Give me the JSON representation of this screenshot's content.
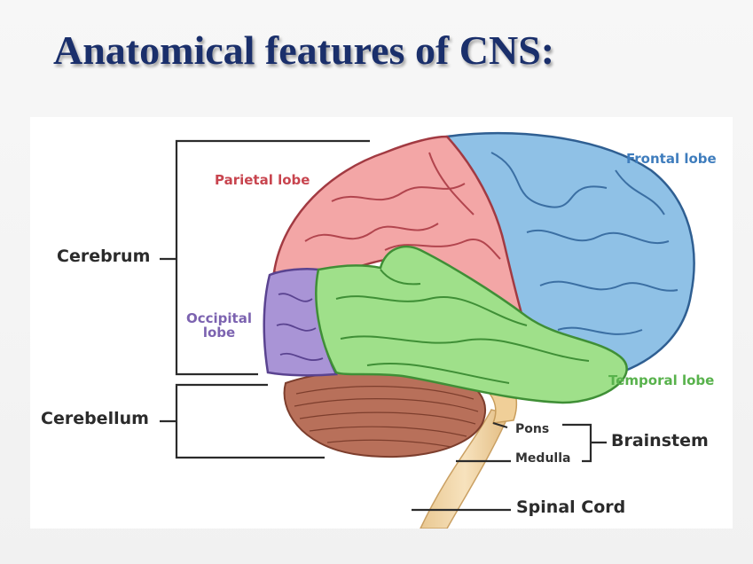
{
  "slide": {
    "title": "Anatomical features of CNS:"
  },
  "diagram": {
    "groups": {
      "cerebrum": "Cerebrum",
      "cerebellum": "Cerebellum",
      "brainstem": "Brainstem"
    },
    "lobes": {
      "parietal": "Parietal lobe",
      "frontal": "Frontal lobe",
      "occipital_line1": "Occipital",
      "occipital_line2": "lobe",
      "temporal": "Temporal lobe"
    },
    "structures": {
      "pons": "Pons",
      "medulla": "Medulla",
      "spinal_cord": "Spinal Cord"
    },
    "colors": {
      "parietal": "#f3a6a6",
      "frontal": "#8fc1e6",
      "occipital": "#a994d6",
      "temporal": "#9fe08a",
      "cerebellum": "#b86d58",
      "brainstem": "#f3d8a6",
      "title": "#1a2f6b"
    }
  }
}
